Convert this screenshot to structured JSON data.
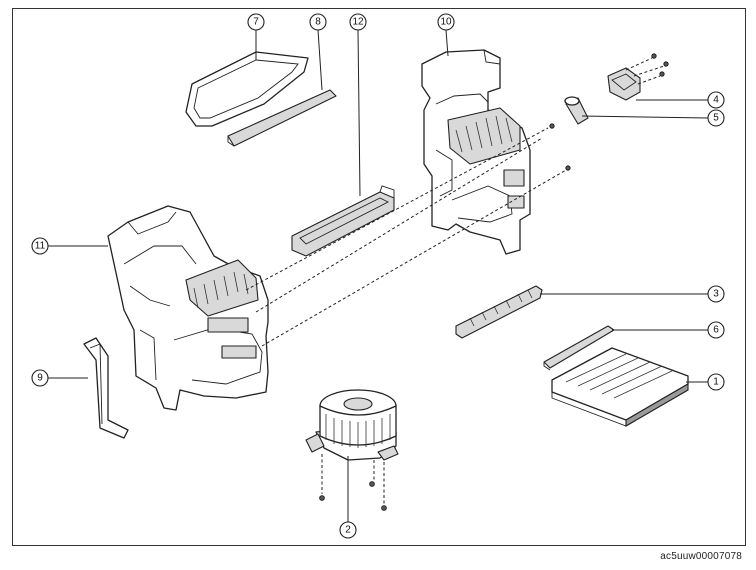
{
  "figure_code": "ac5uuw00007078",
  "callouts": [
    "1",
    "2",
    "3",
    "4",
    "5",
    "6",
    "7",
    "8",
    "9",
    "10",
    "11",
    "12"
  ]
}
